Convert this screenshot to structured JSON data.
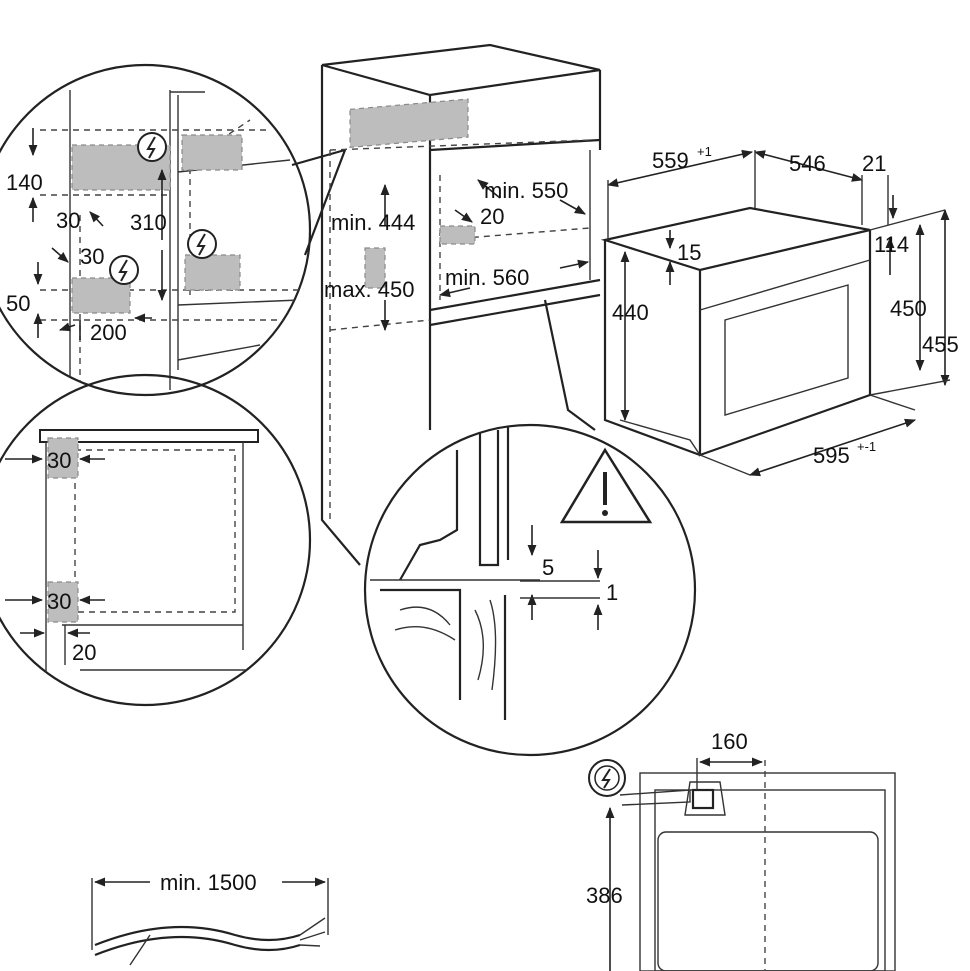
{
  "labels": {
    "d140": "140",
    "d30a": "30",
    "d310": "310",
    "d30b": "30",
    "d50": "50",
    "d200": "200",
    "min444": "min. 444",
    "max450": "max. 450",
    "min550": "min. 550",
    "d20": "20",
    "min560": "min. 560",
    "w559": "559",
    "w559_tol": "+1",
    "d546": "546",
    "d21": "21",
    "d15": "15",
    "d114": "114",
    "h440": "440",
    "h450": "450",
    "h455": "455",
    "w595": "595",
    "w595_tol": "+-1",
    "v30_top": "30",
    "v30_bottom": "30",
    "v20": "20",
    "gap5": "5",
    "gap1": "1",
    "d160": "160",
    "d386": "386",
    "cable": "min. 1500"
  },
  "icons": {
    "power_1": "lightning-icon",
    "power_2": "lightning-icon",
    "power_3": "lightning-icon",
    "power_4": "lightning-icon",
    "warning": "warning-triangle-icon"
  }
}
